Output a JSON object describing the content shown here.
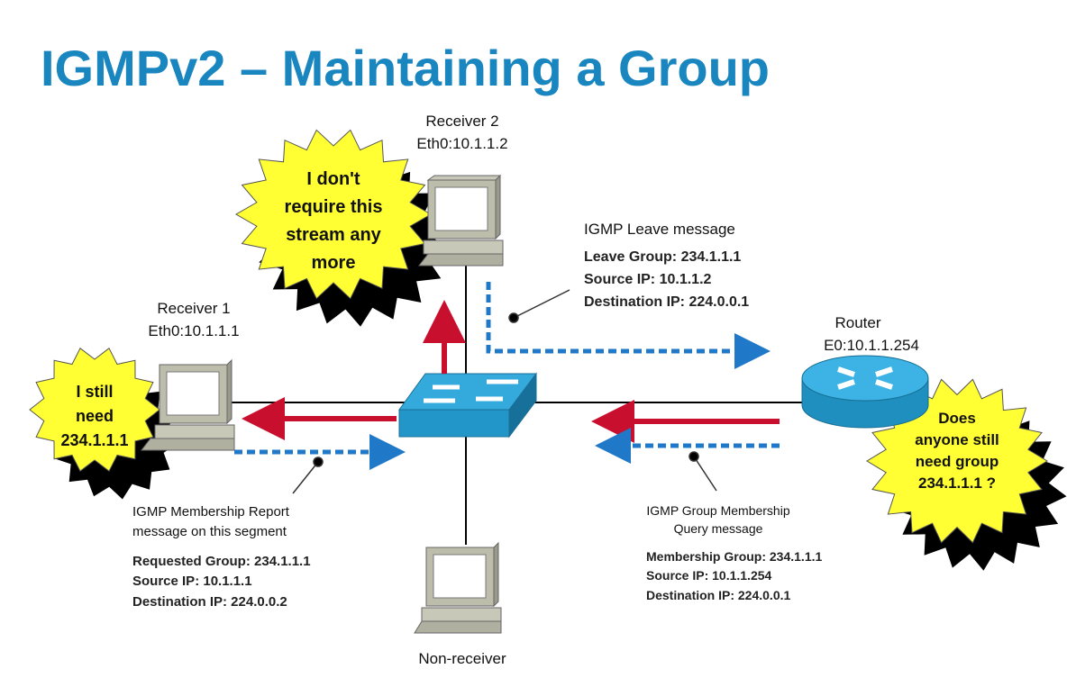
{
  "title": "IGMPv2 – Maintaining a Group",
  "colors": {
    "title": "#1a86c0",
    "red_arrow": "#c8102e",
    "blue_dashed": "#1f78c8",
    "burst": "#ffff33",
    "device_blue": "#2ea3d6"
  },
  "receiver2": {
    "name": "Receiver 2",
    "ip": "Eth0:10.1.1.2",
    "bubble": [
      "I don't",
      "require this",
      "stream any",
      "more"
    ]
  },
  "receiver1": {
    "name": "Receiver 1",
    "ip": "Eth0:10.1.1.1",
    "bubble": [
      "I still",
      "need",
      "234.1.1.1"
    ]
  },
  "router": {
    "name": "Router",
    "ip": "E0:10.1.1.254",
    "bubble": [
      "Does",
      "anyone still",
      "need group",
      "234.1.1.1 ?"
    ]
  },
  "non_receiver": {
    "name": "Non-receiver"
  },
  "leave_msg": {
    "heading": "IGMP Leave message",
    "lines": [
      "Leave Group: 234.1.1.1",
      "Source IP: 10.1.1.2",
      "Destination IP: 224.0.0.1"
    ]
  },
  "report_msg": {
    "heading": [
      "IGMP Membership Report",
      "message on this segment"
    ],
    "lines": [
      "Requested Group: 234.1.1.1",
      "Source IP: 10.1.1.1",
      "Destination IP: 224.0.0.2"
    ]
  },
  "query_msg": {
    "heading": [
      "IGMP Group Membership",
      "Query message"
    ],
    "lines": [
      "Membership Group: 234.1.1.1",
      "Source IP: 10.1.1.254",
      "Destination IP: 224.0.0.1"
    ]
  }
}
